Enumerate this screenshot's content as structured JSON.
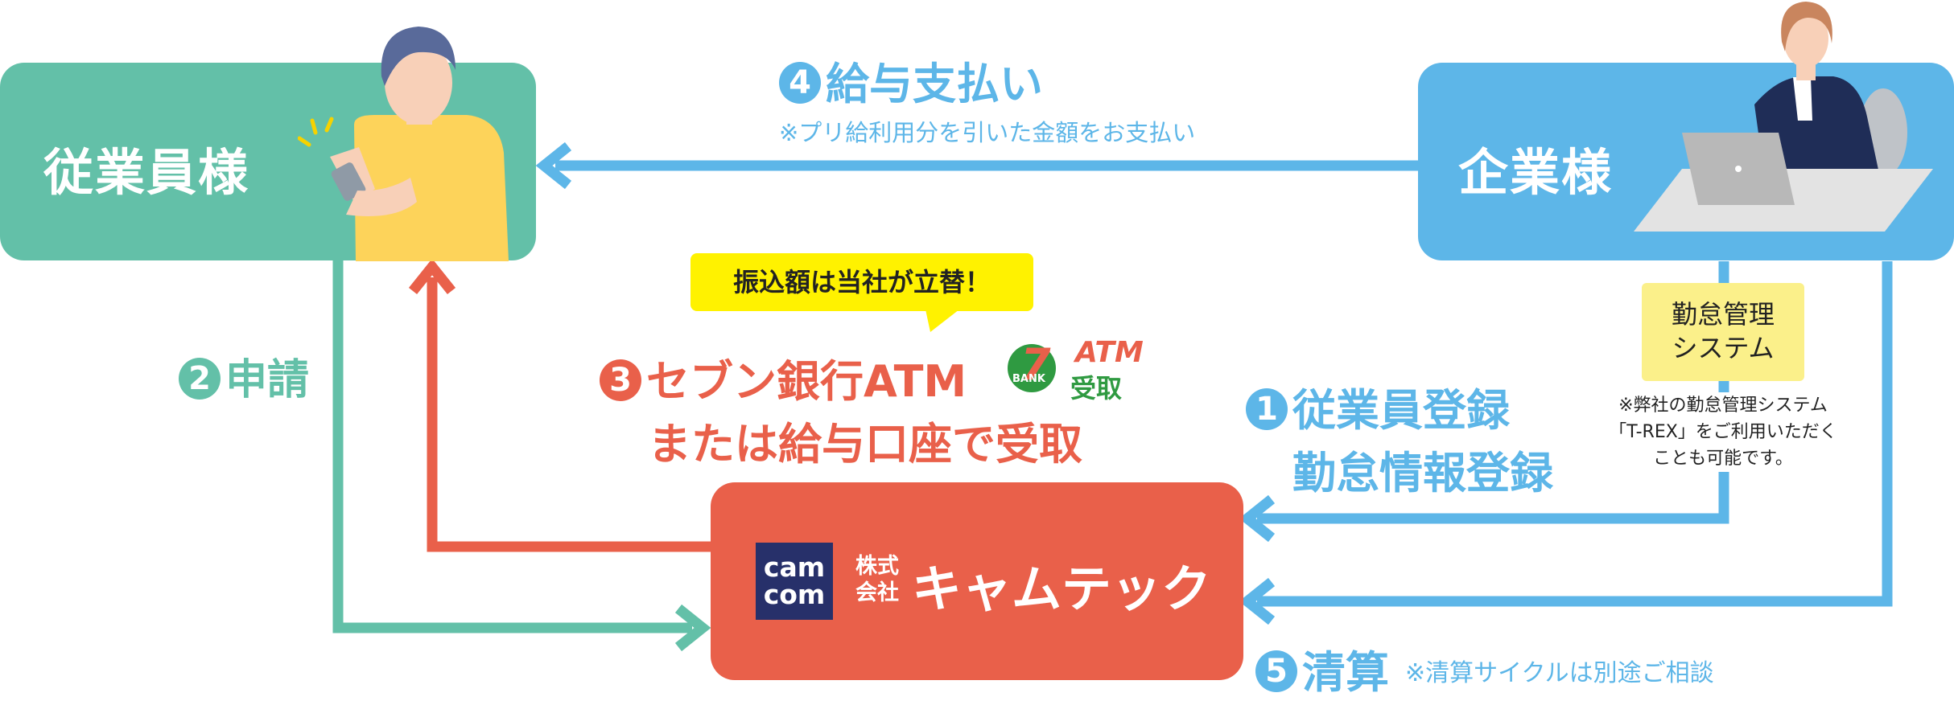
{
  "colors": {
    "employee": "#63c0a8",
    "company": "#5db6e8",
    "camtech": "#e9604a",
    "yellow_note": "#fbf08a",
    "bubble": "#fff200"
  },
  "employee_box": {
    "label": "従業員様"
  },
  "company_box": {
    "label": "企業様"
  },
  "camtech_box": {
    "logo_top": "cam",
    "logo_bottom": "com",
    "company_type_line1": "株式",
    "company_type_line2": "会社",
    "name": "キャムテック"
  },
  "step1": {
    "number": "1",
    "line1": "従業員登録",
    "line2": "勤怠情報登録"
  },
  "step2": {
    "number": "2",
    "label": "申請"
  },
  "step3": {
    "number": "3",
    "line1": "セブン銀行ATM",
    "line2": "または給与口座で受取"
  },
  "step4": {
    "number": "4",
    "label": "給与支払い",
    "note": "※プリ給利用分を引いた金額をお支払い"
  },
  "step5": {
    "number": "5",
    "label": "清算",
    "note": "※清算サイクルは別途ご相談"
  },
  "bubble_text": "振込額は当社が立替！",
  "atm_logo": {
    "seven": "7",
    "bank": "BANK",
    "atm": "ATM",
    "receive": "受取"
  },
  "attendance_system": {
    "line1": "勤怠管理",
    "line2": "システム",
    "note_line1": "※弊社の勤怠管理システム",
    "note_line2": "「T-REX」をご利用いただく",
    "note_line3": "ことも可能です。"
  }
}
